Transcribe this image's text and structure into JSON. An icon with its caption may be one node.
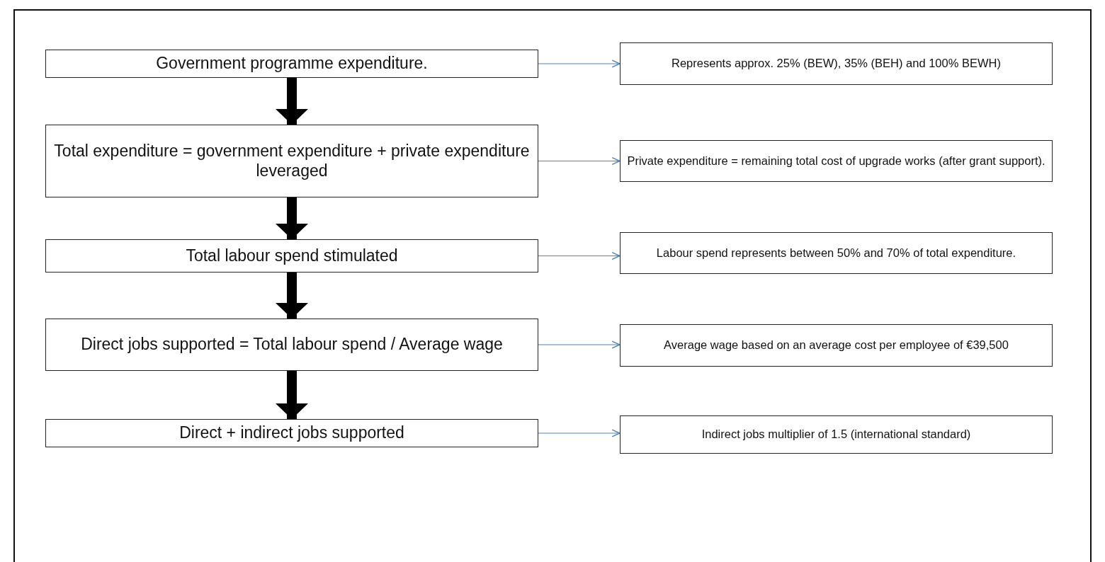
{
  "diagram": {
    "nodes": [
      {
        "text": [
          "Government programme expenditure."
        ]
      },
      {
        "text": [
          "Total expenditure = government expenditure + private expenditure leveraged"
        ]
      },
      {
        "text": [
          "Total labour spend stimulated"
        ]
      },
      {
        "text": [
          "Direct jobs supported = Total labour spend / Average wage"
        ]
      },
      {
        "text": [
          "Direct + indirect jobs supported"
        ]
      },
      {
        "text": [
          "Represents approx. 25% (BEW), 35% (BEH) and 100% BEWH)"
        ]
      },
      {
        "text": [
          "Private expenditure = remaining total cost of upgrade works (after grant support)."
        ]
      },
      {
        "text": [
          "Labour spend represents between 50% and 70% of total expenditure."
        ]
      },
      {
        "text": [
          "Average wage  based on an average cost per employee of €39,500"
        ]
      },
      {
        "text": [
          "Indirect jobs multiplier of 1.5 (international standard)"
        ]
      }
    ],
    "edges": [
      {
        "from": 0,
        "to": 1,
        "arrow": "to",
        "style": "thick",
        "color": "#000000"
      },
      {
        "from": 1,
        "to": 2,
        "arrow": "to",
        "style": "thick",
        "color": "#000000"
      },
      {
        "from": 2,
        "to": 3,
        "arrow": "to",
        "style": "thick",
        "color": "#000000"
      },
      {
        "from": 3,
        "to": 4,
        "arrow": "to",
        "style": "thick",
        "color": "#000000"
      },
      {
        "from": 0,
        "to": 5,
        "arrow": "to"
      },
      {
        "from": 1,
        "to": 6,
        "arrow": "to"
      },
      {
        "from": 2,
        "to": 7,
        "arrow": "to"
      },
      {
        "from": 3,
        "to": 8,
        "arrow": "to"
      },
      {
        "from": 4,
        "to": 9,
        "arrow": "to"
      }
    ]
  }
}
